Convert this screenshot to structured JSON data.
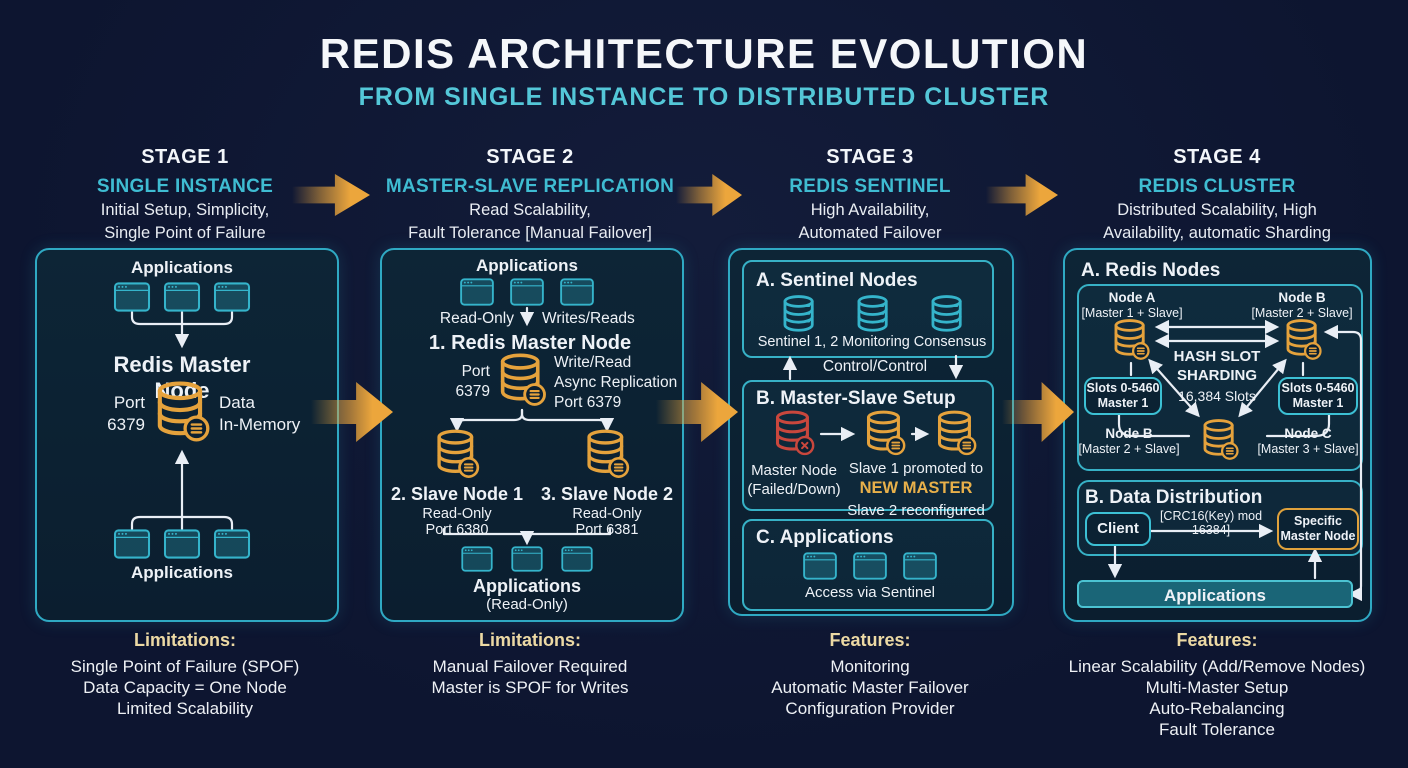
{
  "header": {
    "title": "REDIS ARCHITECTURE EVOLUTION",
    "subtitle": "FROM SINGLE INSTANCE TO DISTRIBUTED CLUSTER"
  },
  "stages": [
    {
      "label": "STAGE 1",
      "name": "SINGLE INSTANCE",
      "desc1": "Initial Setup, Simplicity,",
      "desc2": "Single Point of Failure"
    },
    {
      "label": "STAGE 2",
      "name": "MASTER-SLAVE REPLICATION",
      "desc1": "Read Scalability,",
      "desc2": "Fault Tolerance [Manual Failover]"
    },
    {
      "label": "STAGE 3",
      "name": "REDIS SENTINEL",
      "desc1": "High Availability,",
      "desc2": "Automated Failover"
    },
    {
      "label": "STAGE 4",
      "name": "REDIS CLUSTER",
      "desc1": "Distributed Scalability, High",
      "desc2": "Availability, automatic Sharding"
    }
  ],
  "panel1": {
    "apps_top": "Applications",
    "master_title": "Redis Master Node",
    "port_l1": "Port",
    "port_l2": "6379",
    "data_l1": "Data",
    "data_l2": "In-Memory",
    "apps_bottom": "Applications"
  },
  "panel2": {
    "apps_top": "Applications",
    "read_only": "Read-Only",
    "writes_reads": "Writes/Reads",
    "master_title": "1. Redis Master Node",
    "port_l1": "Port",
    "port_l2": "6379",
    "repl_l1": "Write/Read",
    "repl_l2": "Async Replication",
    "repl_l3": "Port 6379",
    "slave1_title": "2. Slave Node 1",
    "slave1_l1": "Read-Only",
    "slave1_l2": "Port 6380",
    "slave2_title": "3. Slave Node 2",
    "slave2_l1": "Read-Only",
    "slave2_l2": "Port 6381",
    "apps_bottom": "Applications",
    "apps_bottom_sub": "(Read-Only)"
  },
  "panel3": {
    "a_title": "A. Sentinel Nodes",
    "a_labels": [
      "Sentinel 1, 2",
      "Monitoring",
      "Consensus"
    ],
    "control": "Control/Control",
    "b_title": "B. Master-Slave Setup",
    "failed_l1": "Master Node",
    "failed_l2": "(Failed/Down)",
    "promoted_l1": "Slave 1 promoted to",
    "promoted_l2": "NEW MASTER",
    "promoted_l3": "Slave 2 reconfigured",
    "c_title": "C. Applications",
    "c_caption": "Access via Sentinel"
  },
  "panel4": {
    "a_title": "A. Redis Nodes",
    "node_a_l1": "Node A",
    "node_a_l2": "[Master 1 + Slave]",
    "node_b_top_l1": "Node B",
    "node_b_top_l2": "[Master 2 + Slave]",
    "hash_l1": "HASH SLOT",
    "hash_l2": "SHARDING",
    "hash_l3": "16,384 Slots",
    "slots_left_l1": "Slots 0-5460",
    "slots_left_l2": "Master 1",
    "slots_right_l1": "Slots 0-5460",
    "slots_right_l2": "Master 1",
    "node_b_bot_l1": "Node B",
    "node_b_bot_l2": "[Master 2 + Slave]",
    "node_c_l1": "Node C",
    "node_c_l2": "[Master 3 + Slave]",
    "b_title": "B. Data Distribution",
    "client": "Client",
    "crc": "[CRC16(Key) mod 16384]",
    "specific_l1": "Specific",
    "specific_l2": "Master Node",
    "apps_bar": "Applications"
  },
  "footers": [
    {
      "heading": "Limitations:",
      "lines": [
        "Single Point of Failure (SPOF)",
        "Data Capacity = One Node",
        "Limited Scalability"
      ]
    },
    {
      "heading": "Limitations:",
      "lines": [
        "Manual Failover Required",
        "Master is SPOF for Writes"
      ]
    },
    {
      "heading": "Features:",
      "lines": [
        "Monitoring",
        "Automatic Master Failover",
        "Configuration Provider"
      ]
    },
    {
      "heading": "Features:",
      "lines": [
        "Linear Scalability (Add/Remove Nodes)",
        "Multi-Master Setup",
        "Auto-Rebalancing",
        "Fault Tolerance"
      ]
    }
  ],
  "colors": {
    "background": "#0d1530",
    "panel_border": "#2fa9c3",
    "teal_accent": "#3fbcd2",
    "gold_accent": "#eca63c",
    "gold_text": "#e8b04a",
    "pale_gold_heading": "#ecd9a4",
    "red_failed": "#c9473d",
    "white_text": "#eef2f7"
  }
}
